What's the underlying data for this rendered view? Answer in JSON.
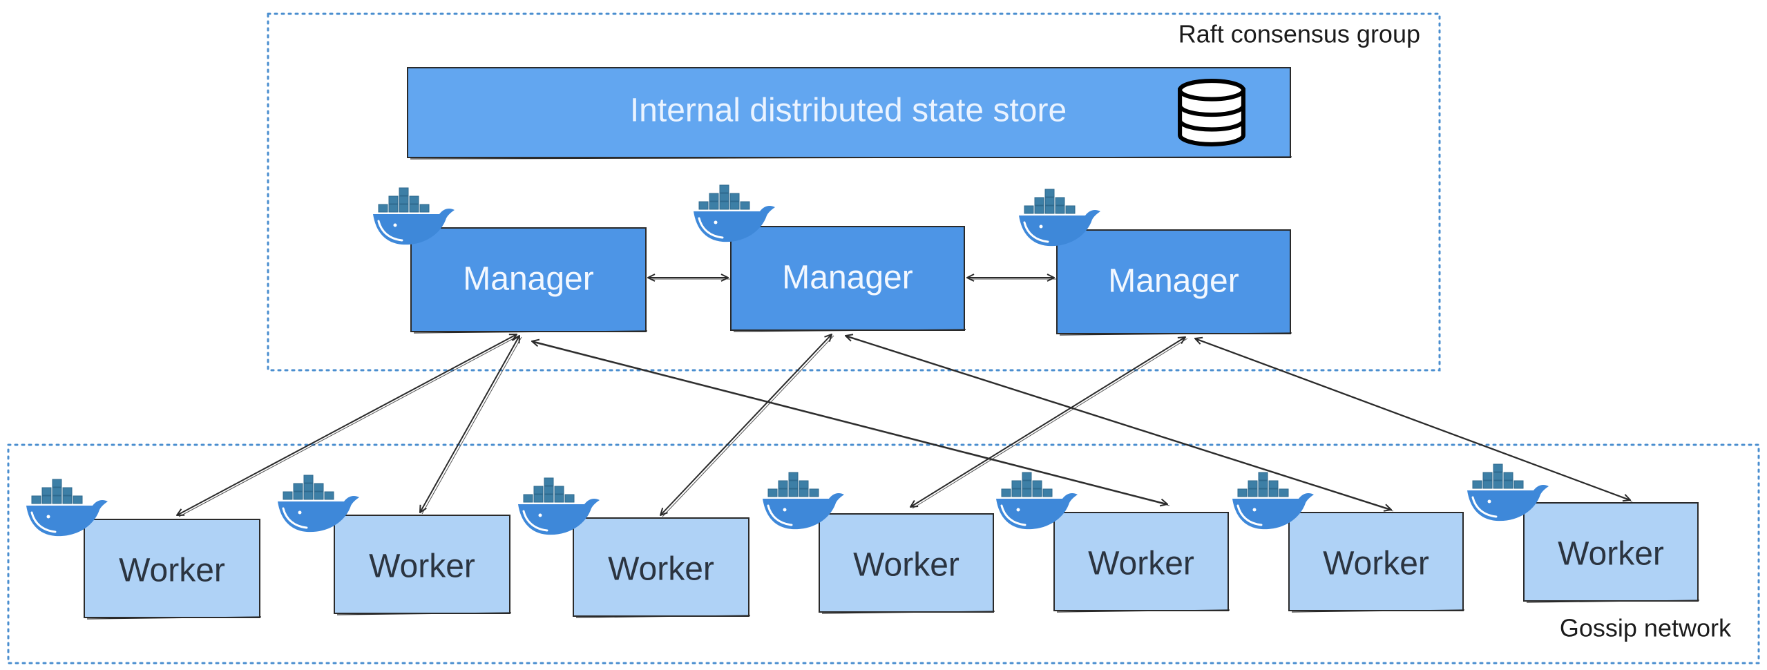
{
  "raft_group": {
    "label": "Raft consensus group"
  },
  "gossip_group": {
    "label": "Gossip network"
  },
  "state_store": {
    "label": "Internal distributed state store",
    "icon": "database-icon"
  },
  "managers": [
    {
      "label": "Manager",
      "icon": "docker-whale-icon"
    },
    {
      "label": "Manager",
      "icon": "docker-whale-icon"
    },
    {
      "label": "Manager",
      "icon": "docker-whale-icon"
    }
  ],
  "workers": [
    {
      "label": "Worker",
      "icon": "docker-whale-icon"
    },
    {
      "label": "Worker",
      "icon": "docker-whale-icon"
    },
    {
      "label": "Worker",
      "icon": "docker-whale-icon"
    },
    {
      "label": "Worker",
      "icon": "docker-whale-icon"
    },
    {
      "label": "Worker",
      "icon": "docker-whale-icon"
    },
    {
      "label": "Worker",
      "icon": "docker-whale-icon"
    },
    {
      "label": "Worker",
      "icon": "docker-whale-icon"
    }
  ],
  "colors": {
    "group_border": "#4a8ecf",
    "manager_fill": "#4d95e6",
    "store_fill": "#62a6f0",
    "worker_fill": "#afd2f6",
    "box_stroke": "#2a2a2a",
    "whale_body": "#3e88d9",
    "container_fill": "#3d7fa6",
    "arrow": "#2a2a2a"
  }
}
